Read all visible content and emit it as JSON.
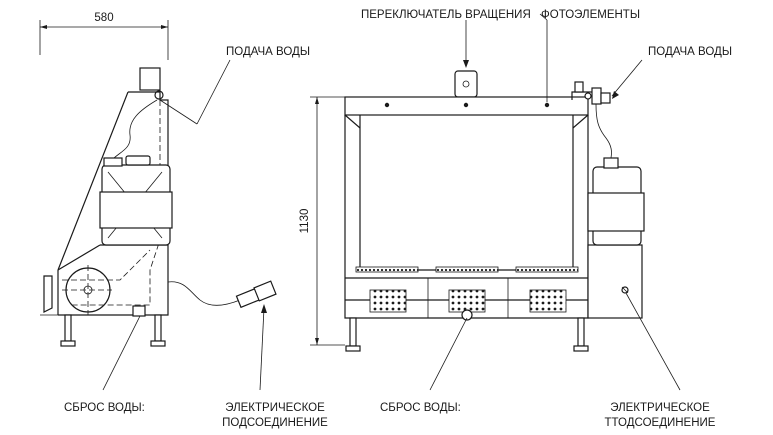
{
  "dimensions": {
    "width_label": "580",
    "height_label": "1130"
  },
  "labels": {
    "rotation_switch": "ПЕРЕКЛЮЧАТЕЛЬ ВРАЩЕНИЯ",
    "photocells": "ФОТОЭЛЕМЕНТЫ",
    "water_supply_left": "ПОДАЧА ВОДЫ",
    "water_supply_right": "ПОДАЧА ВОДЫ",
    "drain_left": "СБРОС ВОДЫ:",
    "drain_right": "СБРОС ВОДЫ:",
    "electric_left_line1": "ЭЛЕКТРИЧЕСКОЕ",
    "electric_left_line2": "ПОДСОЕДИНЕНИЕ",
    "electric_right_line1": "ЭЛЕКТРИЧЕСКОЕ",
    "electric_right_line2": "ТТОДСОЕДИНЕНИЕ"
  }
}
